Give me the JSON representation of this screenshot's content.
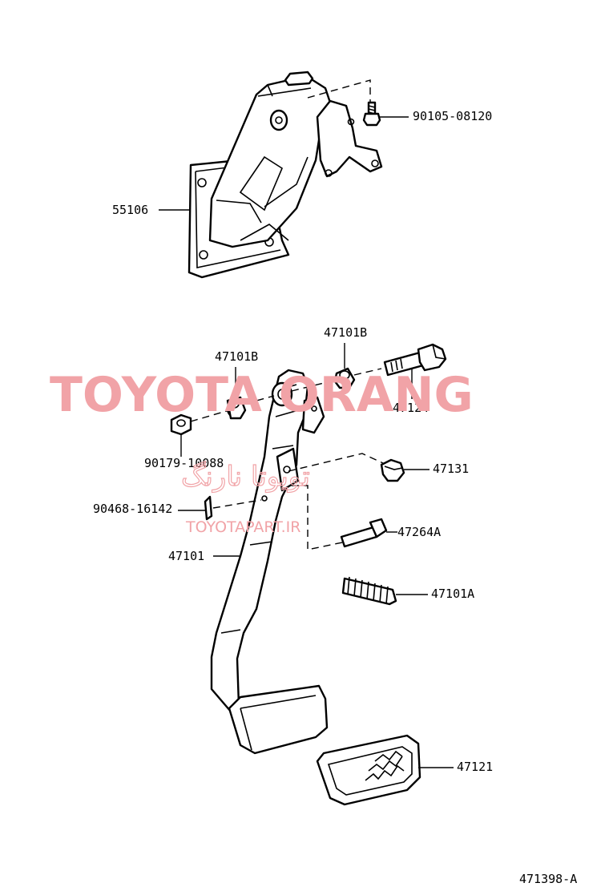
{
  "labels": {
    "p90105": "90105-08120",
    "p55106": "55106",
    "p47101B_left": "47101B",
    "p47101B_right": "47101B",
    "p47124": "47124",
    "p90179": "90179-10088",
    "p47131": "47131",
    "p90468": "90468-16142",
    "p47264A": "47264A",
    "p47101": "47101",
    "p47101A": "47101A",
    "p47121": "47121"
  },
  "figure_code": "471398-A",
  "watermark": {
    "brand": "TOYOTA ORANG",
    "arabic": "تویوتا نارنگ",
    "url": "TOYOTAPART.IR",
    "color": "#f1a3a7"
  }
}
